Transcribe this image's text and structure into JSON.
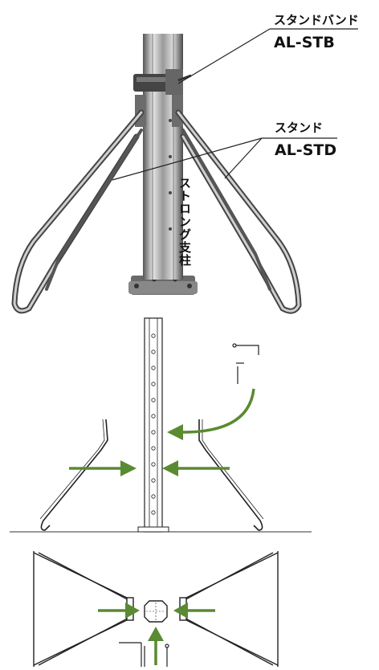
{
  "labels": {
    "stand_band_name": "スタンドバンド",
    "stand_band_code": "AL-STB",
    "stand_name": "スタンド",
    "stand_code": "AL-STD",
    "pole_name": "ストロング支柱"
  },
  "colors": {
    "arrow": "#5a8a32",
    "line": "#222222",
    "metal_dark": "#5a5a5a",
    "metal_light": "#d8d8d8"
  }
}
